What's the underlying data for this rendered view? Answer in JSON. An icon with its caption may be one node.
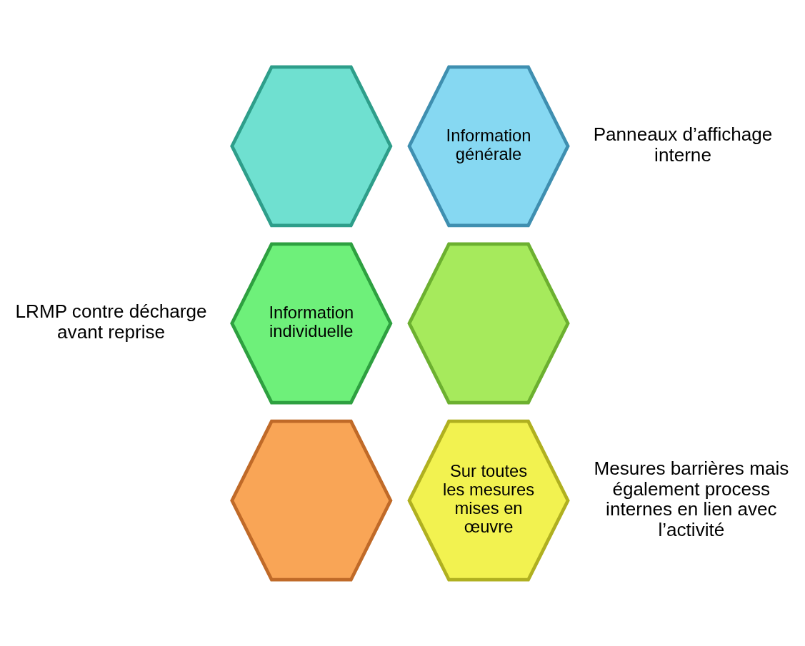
{
  "diagram": {
    "nodes": [
      {
        "text": [],
        "shape": "hexagon"
      },
      {
        "text": [
          "Information générale"
        ],
        "beside": [
          "Panneaux d’affichage interne"
        ]
      },
      {
        "text": [
          "Information individuelle"
        ],
        "beside": [
          "LRMP contre décharge avant reprise"
        ]
      },
      {
        "text": [],
        "shape": "hexagon"
      },
      {
        "text": [],
        "shape": "hexagon"
      },
      {
        "text": [
          "Sur toutes les mesures mises en œuvre"
        ],
        "beside": [
          "Mesures barrières mais également process internes en lien avec l’activité"
        ]
      }
    ],
    "edges": []
  }
}
